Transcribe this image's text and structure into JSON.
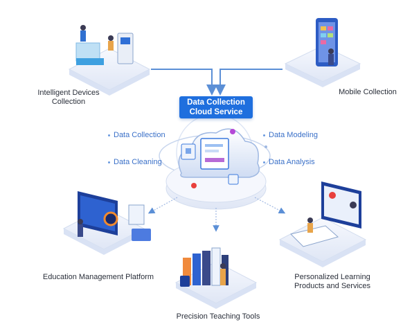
{
  "center": {
    "title_line1": "Data Collection",
    "title_line2": "Cloud Service"
  },
  "operations": {
    "collection": "Data Collection",
    "cleaning": "Data Cleaning",
    "modeling": "Data Modeling",
    "analysis": "Data Analysis"
  },
  "sources": {
    "intelligent_devices": {
      "line1": "Intelligent Devices",
      "line2": "Collection"
    },
    "mobile": "Mobile Collection"
  },
  "outputs": {
    "education": "Education Management Platform",
    "precision": "Precision Teaching Tools",
    "personalized": {
      "line1": "Personalized Learning",
      "line2": "Products and Services"
    }
  },
  "colors": {
    "accent": "#1f6fde",
    "platform": "#eef2fa",
    "cloud": "#dfe8f8"
  }
}
